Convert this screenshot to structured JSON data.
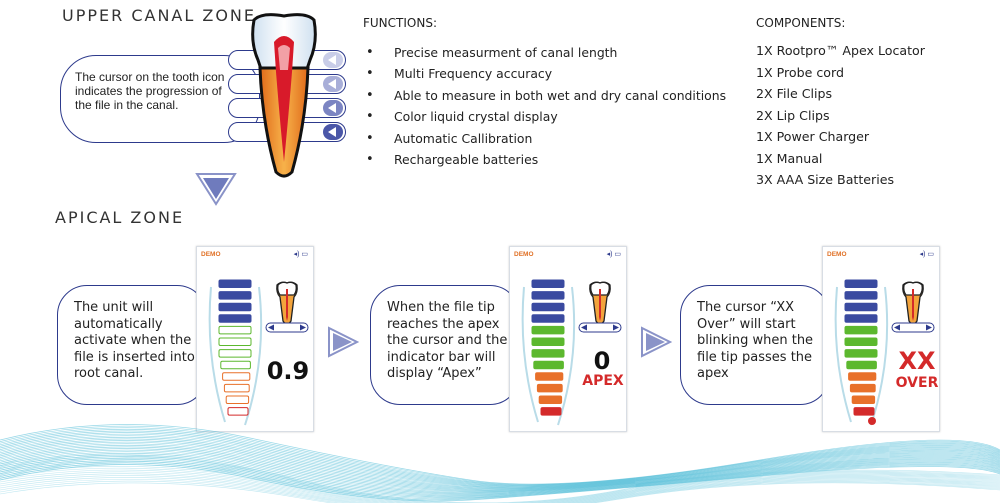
{
  "upper_zone": {
    "title": "UPPER CANAL ZONE",
    "callout": "The cursor on the tooth icon indicates the progression of the file in the canal."
  },
  "apical_zone": {
    "title": "APICAL ZONE"
  },
  "functions": {
    "heading": "FUNCTIONS:",
    "items": [
      "Precise measurment of canal length",
      "Multi Frequency accuracy",
      "Able to measure in both wet and dry canal conditions",
      "Color liquid crystal display",
      "Automatic Callibration",
      "Rechargeable batteries"
    ]
  },
  "components": {
    "heading": "COMPONENTS:",
    "items": [
      "1X Rootpro™ Apex Locator",
      "1X Probe cord",
      "2X File Clips",
      "2X Lip Clips",
      "1X Power Charger",
      "1X Manual",
      "3X AAA Size Batteries"
    ]
  },
  "steps": [
    {
      "text": "The unit will automatically activate when the file is inserted into root canal.",
      "screen": {
        "demo_label": "DEMO",
        "reading": "0.9",
        "sub_label": "",
        "filled_bars": 4
      }
    },
    {
      "text": "When the file tip reaches the apex the cursor and the indicator bar will display “Apex”",
      "screen": {
        "demo_label": "DEMO",
        "reading": "0",
        "sub_label": "APEX",
        "filled_bars": 12
      }
    },
    {
      "text": "The cursor “XX Over” will start blinking when the file tip passes the apex",
      "screen": {
        "demo_label": "DEMO",
        "reading": "XX",
        "sub_label": "OVER",
        "filled_bars": 12
      }
    }
  ],
  "colors": {
    "outline_blue": "#2d3a8c",
    "bar_blue": "#3a4aa0",
    "bar_green": "#5cb82e",
    "bar_orange": "#e8702a",
    "bar_red": "#d42a2a",
    "wave_teal": "#3fb6d4"
  }
}
